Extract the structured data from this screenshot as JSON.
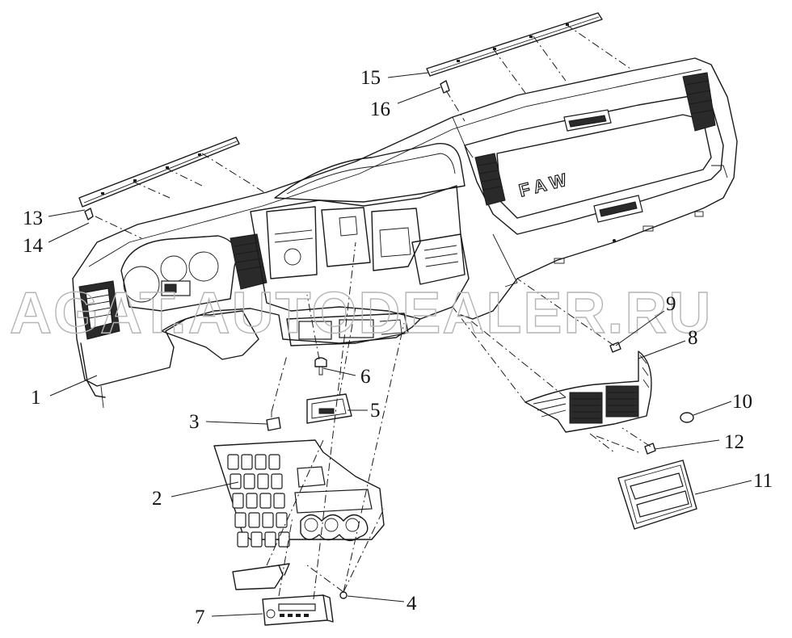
{
  "diagram": {
    "brand_logo": "FAW",
    "watermark": "AGAT.AUTODEALER.RU",
    "callouts": [
      {
        "id": "1",
        "label": "1"
      },
      {
        "id": "2",
        "label": "2"
      },
      {
        "id": "3",
        "label": "3"
      },
      {
        "id": "4",
        "label": "4"
      },
      {
        "id": "5",
        "label": "5"
      },
      {
        "id": "6",
        "label": "6"
      },
      {
        "id": "7",
        "label": "7"
      },
      {
        "id": "8",
        "label": "8"
      },
      {
        "id": "9",
        "label": "9"
      },
      {
        "id": "10",
        "label": "10"
      },
      {
        "id": "11",
        "label": "11"
      },
      {
        "id": "12",
        "label": "12"
      },
      {
        "id": "13",
        "label": "13"
      },
      {
        "id": "14",
        "label": "14"
      },
      {
        "id": "15",
        "label": "15"
      },
      {
        "id": "16",
        "label": "16"
      }
    ]
  }
}
